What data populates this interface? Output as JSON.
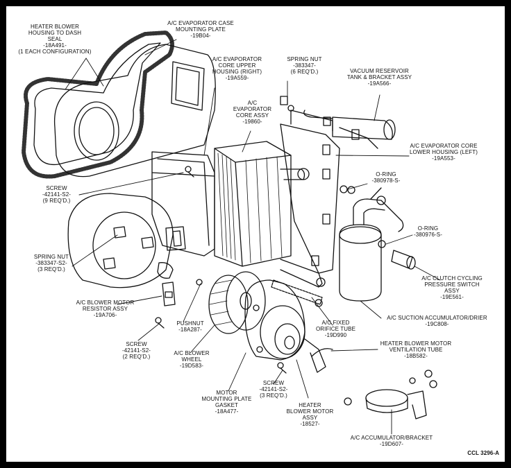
{
  "diagram_code": "CCL 3296-A",
  "parts": [
    {
      "id": "heater-blower-housing-seal",
      "name": "HEATER BLOWER\nHOUSING TO DASH\nSEAL",
      "number": "-18A491-",
      "note": "(1 EACH CONFIGURATION)"
    },
    {
      "id": "evaporator-case-mounting-plate",
      "name": "A/C EVAPORATOR CASE\nMOUNTING PLATE",
      "number": "-19B04-",
      "note": ""
    },
    {
      "id": "evaporator-core-upper-housing",
      "name": "A/C EVAPORATOR\nCORE UPPER\nHOUSING (RIGHT)",
      "number": "-19A559-",
      "note": ""
    },
    {
      "id": "spring-nut-top",
      "name": "SPRING NUT",
      "number": "-383347-",
      "note": "(6 REQ'D.)"
    },
    {
      "id": "vacuum-reservoir-tank",
      "name": "VACUUM RESERVOIR\nTANK & BRACKET ASSY",
      "number": "-19A566-",
      "note": ""
    },
    {
      "id": "evaporator-core-assy",
      "name": "A/C\nEVAPORATOR\nCORE ASSY",
      "number": "-19860-",
      "note": ""
    },
    {
      "id": "evaporator-core-lower-housing",
      "name": "A/C EVAPORATOR CORE\nLOWER HOUSING (LEFT)",
      "number": "-19A553-",
      "note": ""
    },
    {
      "id": "o-ring-upper",
      "name": "O-RING",
      "number": "-380978-S-",
      "note": ""
    },
    {
      "id": "screw-left",
      "name": "SCREW",
      "number": "-42141-S2-",
      "note": "(9 REQ'D.)"
    },
    {
      "id": "o-ring-lower",
      "name": "O-RING",
      "number": "-380976-S-",
      "note": ""
    },
    {
      "id": "spring-nut-left",
      "name": "SPRING NUT",
      "number": "-383347-S2-",
      "note": "(3 REQ'D.)"
    },
    {
      "id": "clutch-cycling-switch",
      "name": "A/C CLUTCH CYCLING\nPRESSURE SWITCH\nASSY",
      "number": "-19E561-",
      "note": ""
    },
    {
      "id": "blower-motor-resistor",
      "name": "A/C BLOWER MOTOR\nRESISTOR ASSY",
      "number": "-19A706-",
      "note": ""
    },
    {
      "id": "suction-accumulator",
      "name": "A/C SUCTION ACCUMULATOR/DRIER",
      "number": "-19C808-",
      "note": ""
    },
    {
      "id": "pushnut",
      "name": "PUSHNUT",
      "number": "-18A287-",
      "note": ""
    },
    {
      "id": "fixed-orifice-tube",
      "name": "A/C FIXED\nORIFICE TUBE",
      "number": "-19D990",
      "note": ""
    },
    {
      "id": "screw-lower-left",
      "name": "SCREW",
      "number": "-42141-S2-",
      "note": "(2 REQ'D.)"
    },
    {
      "id": "blower-motor-vent-tube",
      "name": "HEATER BLOWER MOTOR\nVENTILATION TUBE",
      "number": "-18B582-",
      "note": ""
    },
    {
      "id": "blower-wheel",
      "name": "A/C BLOWER\nWHEEL",
      "number": "-19D583-",
      "note": ""
    },
    {
      "id": "screw-bottom",
      "name": "SCREW",
      "number": "-42141-S2-",
      "note": "(3 REQ'D.)"
    },
    {
      "id": "motor-mounting-gasket",
      "name": "MOTOR\nMOUNTING PLATE\nGASKET",
      "number": "-18A477-",
      "note": ""
    },
    {
      "id": "heater-blower-motor",
      "name": "HEATER\nBLOWER MOTOR\nASSY",
      "number": "-18527-",
      "note": ""
    },
    {
      "id": "accumulator-bracket",
      "name": "A/C ACCUMULATOR/BRACKET",
      "number": "-19D607-",
      "note": ""
    }
  ]
}
